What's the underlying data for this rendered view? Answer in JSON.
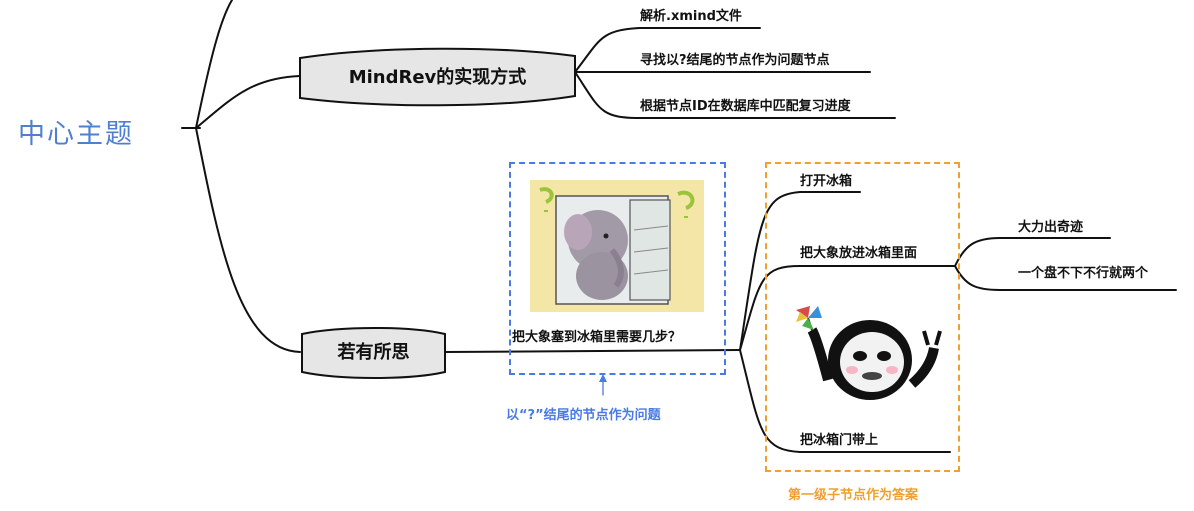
{
  "root": "中心主题",
  "branches": [
    {
      "label": "MindRev的实现方式",
      "children": [
        "解析.xmind文件",
        "寻找以?结尾的节点作为问题节点",
        "根据节点ID在数据库中匹配复习进度"
      ]
    },
    {
      "label": "若有所思",
      "question": "把大象塞到冰箱里需要几步？",
      "answers": [
        "打开冰箱",
        "把大象放进冰箱里面",
        "把冰箱门带上"
      ],
      "sub_answers": [
        "大力出奇迹",
        "一个盘不下不行就两个"
      ]
    }
  ],
  "annotations": {
    "question_note": "以“?”结尾的节点作为问题",
    "answer_note": "第一级子节点作为答案"
  },
  "colors": {
    "root_text": "#4f7fcf",
    "question_box": "#4a7ae6",
    "answer_box": "#f0a030",
    "pill_fill": "#e6e6e6"
  }
}
